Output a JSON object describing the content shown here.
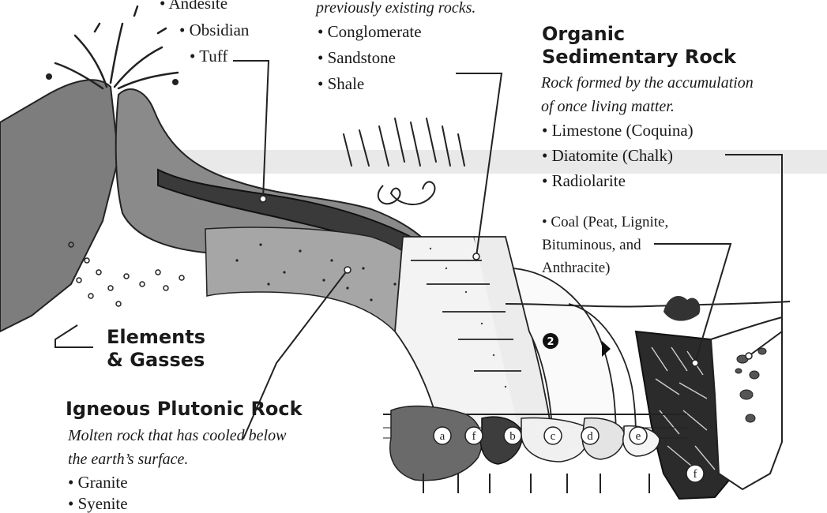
{
  "extrusive_list": {
    "andesite": "• Andesite",
    "obsidian": "• Obsidian",
    "tuff": "• Tuff"
  },
  "clastic": {
    "description_fragment": "previously existing rocks.",
    "items": [
      "• Conglomerate",
      "• Sandstone",
      "• Shale"
    ]
  },
  "organic": {
    "heading_line1": "Organic",
    "heading_line2": "Sedimentary Rock",
    "description_line1": "Rock formed by the accumulation",
    "description_line2": "of once living matter.",
    "items": [
      "• Limestone (Coquina)",
      "• Diatomite (Chalk)",
      "• Radiolarite"
    ],
    "coal_lines": [
      "• Coal (Peat, Lignite,",
      "Bituminous, and",
      "Anthracite)"
    ]
  },
  "elements": {
    "line1": "Elements",
    "line2": "& Gasses"
  },
  "plutonic": {
    "heading": "Igneous Plutonic Rock",
    "description_line1": "Molten rock that has cooled below",
    "description_line2": "the earth’s surface.",
    "items": [
      "• Granite",
      "• Syenite"
    ]
  },
  "layer_markers": [
    "a",
    "f",
    "b",
    "c",
    "d",
    "e",
    "f"
  ],
  "step_marker": "2",
  "colors": {
    "ink": "#1a1a1a",
    "volcano_gray": "#7d7d7d",
    "lava_dark": "#3a3a3a",
    "plutonic_gray": "#a6a6a6",
    "band_gray": "#7a7a7a"
  }
}
